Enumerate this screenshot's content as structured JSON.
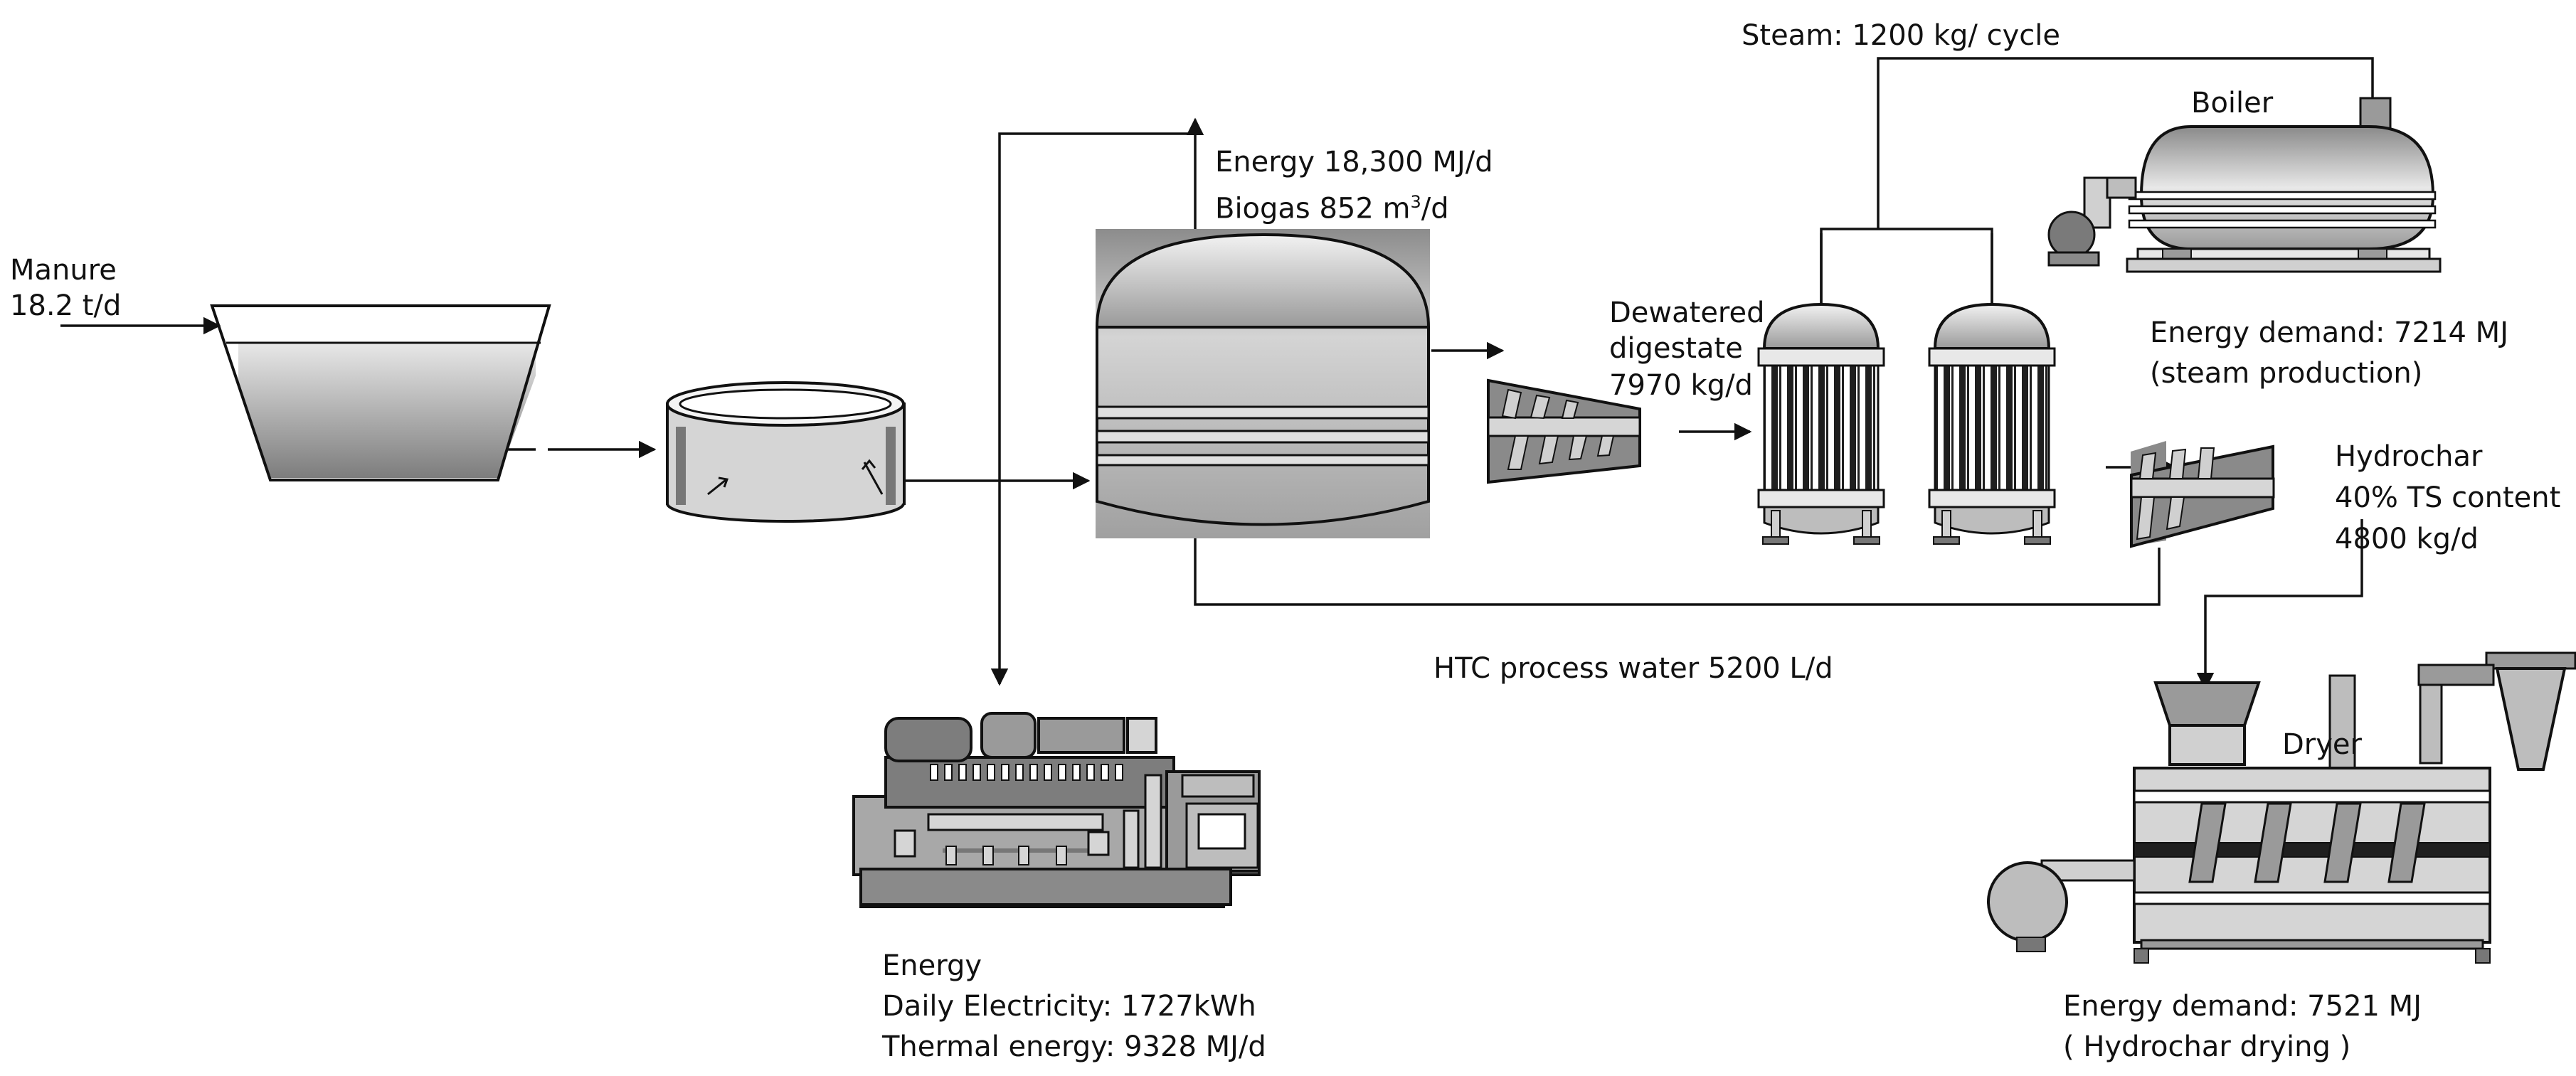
{
  "labels": {
    "manure": "Manure",
    "manure_rate": "18.2 t/d",
    "energy_biogas": "Energy 18,300 MJ/d",
    "biogas_prefix": "Biogas 852 m",
    "biogas_sup": "3",
    "biogas_suffix": "/d",
    "steam": "Steam: 1200 kg/ cycle",
    "boiler": "Boiler",
    "dewatered_1": "Dewatered",
    "dewatered_2": "digestate",
    "dewatered_3": "7970 kg/d",
    "energy_demand_steam": "Energy demand: 7214 MJ",
    "steam_production": "(steam production)",
    "hydrochar": "Hydrochar",
    "ts_content": "40% TS content",
    "hydrochar_rate": "4800 kg/d",
    "htc_water": "HTC process water 5200 L/d",
    "dryer": "Dryer",
    "energy_title": "Energy",
    "daily_electricity": "Daily Electricity: 1727kWh",
    "thermal_energy": "Thermal energy: 9328 MJ/d",
    "energy_demand_drying": "Energy demand: 7521 MJ",
    "hydrochar_drying": "( Hydrochar drying )"
  },
  "colors": {
    "line": "#111111",
    "dark_gray": "#6f6f6f",
    "mid_gray": "#a8a8a8",
    "light_gray": "#d9d9d9"
  }
}
